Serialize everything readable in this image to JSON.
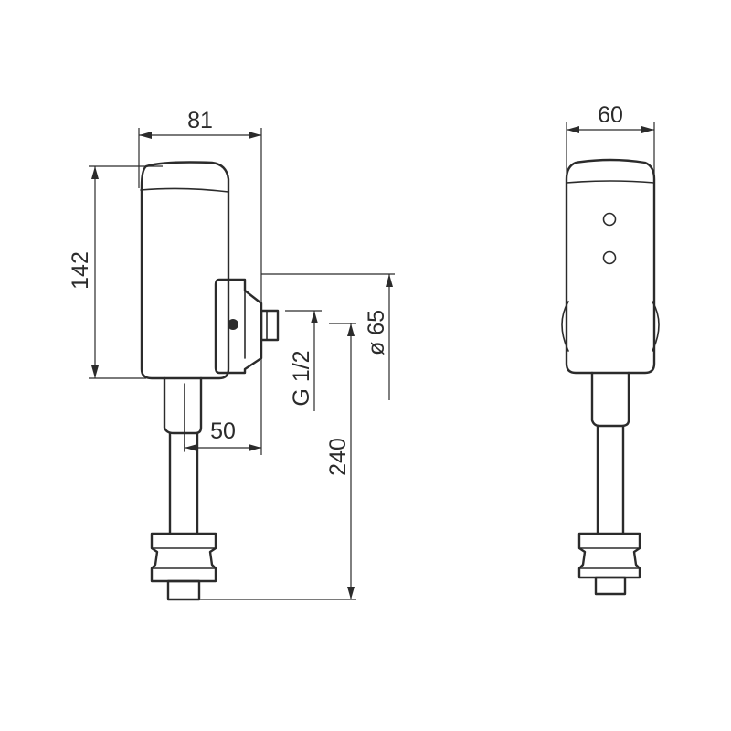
{
  "dimensions": {
    "width_side": "81",
    "height_body": "142",
    "offset_outlet": "50",
    "thread": "G 1/2",
    "diameter": "ø 65",
    "total_height": "240",
    "width_front": "60"
  }
}
